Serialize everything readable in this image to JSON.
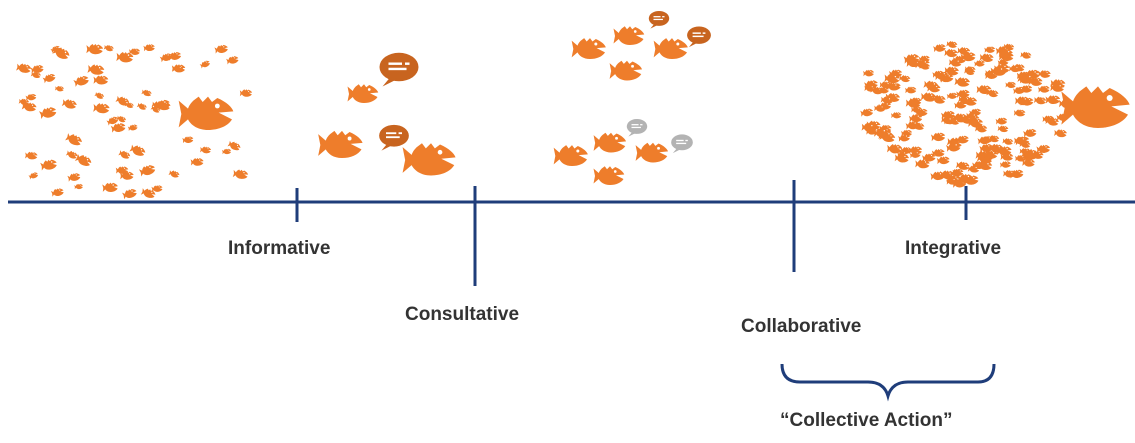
{
  "colors": {
    "fish": "#ee7d2b",
    "line": "#1f3d7a",
    "bubble_orange": "#c8641f",
    "bubble_gray": "#b3b3b3",
    "text": "#333333"
  },
  "timeline": {
    "labels": {
      "informative": "Informative",
      "consultative": "Consultative",
      "collaborative": "Collaborative",
      "integrative": "Integrative"
    },
    "bracket_label": "“Collective Action”"
  },
  "icons": {
    "fish": "fish-icon",
    "bubble": "speech-bubble-icon",
    "big_fish": "big-fish-icon",
    "school": "fish-school-icon"
  }
}
